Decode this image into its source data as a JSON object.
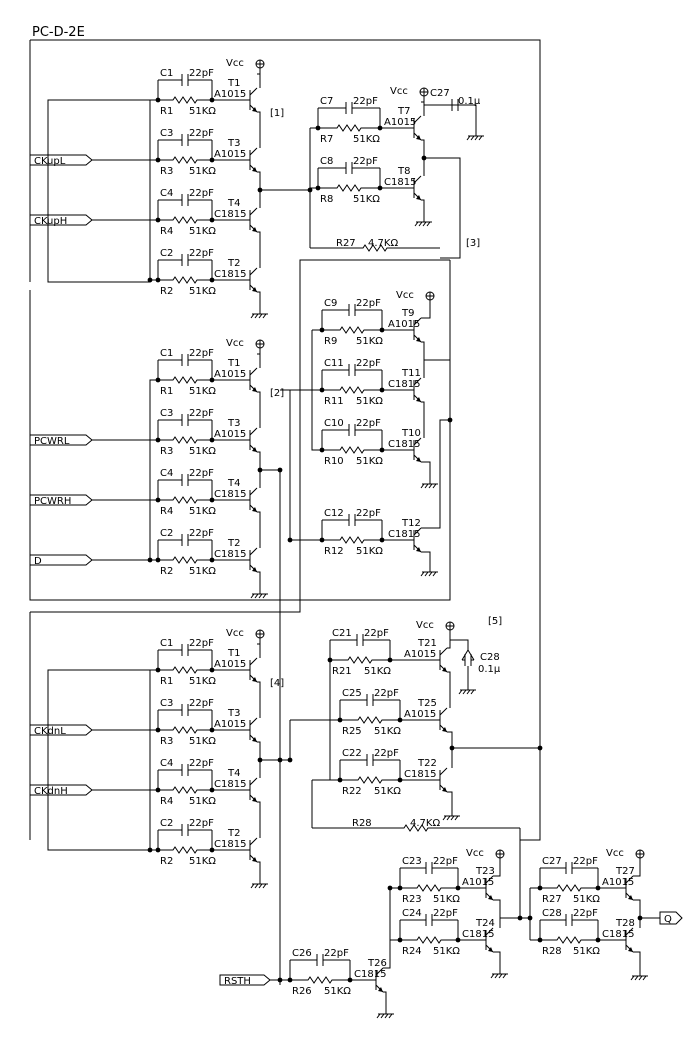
{
  "title": "PC-D-2E",
  "labels": {
    "vcc": "Vcc",
    "cap_22p": "22pF",
    "cap_01u": "0.1μ",
    "res_51k": "51KΩ",
    "res_47k": "4.7KΩ",
    "a1015": "A1015",
    "c1815": "C1815"
  },
  "blocks": [
    "[1]",
    "[2]",
    "[3]",
    "[4]",
    "[5]"
  ],
  "inputs": {
    "ckupl": "CKupL",
    "ckuph": "CKupH",
    "pcwrl": "PCWRL",
    "pcwrh": "PCWRH",
    "d": "D",
    "ckdnl": "CKdnL",
    "ckdnh": "CKdnH",
    "rsth": "RSTH"
  },
  "outputs": {
    "q": "Q"
  },
  "components": {
    "caps": [
      "C1",
      "C2",
      "C3",
      "C4",
      "C7",
      "C8",
      "C9",
      "C10",
      "C11",
      "C12",
      "C21",
      "C22",
      "C23",
      "C24",
      "C25",
      "C26",
      "C27",
      "C28"
    ],
    "resistors": [
      "R1",
      "R2",
      "R3",
      "R4",
      "R7",
      "R8",
      "R9",
      "R10",
      "R11",
      "R12",
      "R21",
      "R22",
      "R23",
      "R24",
      "R25",
      "R26",
      "R27",
      "R28"
    ],
    "transistors": [
      "T1",
      "T2",
      "T3",
      "T4",
      "T7",
      "T8",
      "T9",
      "T10",
      "T11",
      "T12",
      "T21",
      "T22",
      "T23",
      "T24",
      "T25",
      "T26",
      "T27",
      "T28"
    ]
  },
  "colors": {
    "ink": "#000000",
    "background": "#ffffff"
  }
}
